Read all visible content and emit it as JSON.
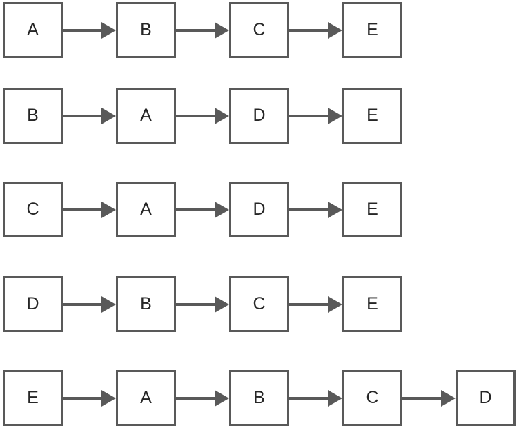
{
  "diagram": {
    "type": "flowchart",
    "background_color": "#ffffff",
    "box_fill_color": "#ffffff",
    "box_border_color": "#595959",
    "arrow_color": "#595959",
    "text_color": "#262626",
    "rows": [
      {
        "sequence": [
          "A",
          "B",
          "C",
          "E"
        ]
      },
      {
        "sequence": [
          "B",
          "A",
          "D",
          "E"
        ]
      },
      {
        "sequence": [
          "C",
          "A",
          "D",
          "E"
        ]
      },
      {
        "sequence": [
          "D",
          "B",
          "C",
          "E"
        ]
      },
      {
        "sequence": [
          "E",
          "A",
          "B",
          "C",
          "D"
        ]
      }
    ]
  }
}
